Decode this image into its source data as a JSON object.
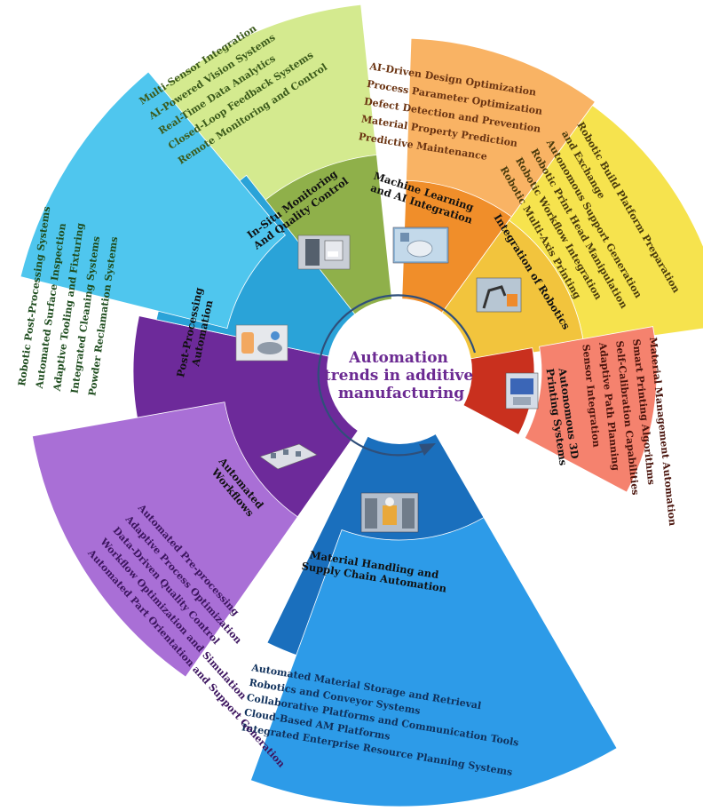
{
  "center": {
    "lines": [
      "Automation",
      "trends in additive",
      "manufacturing"
    ]
  },
  "colors": {
    "center_text": "#6b2a92",
    "arrow": "#2f4f7a"
  },
  "sectors": [
    {
      "id": "in-situ",
      "category_lines": [
        "In-Situ Monitoring",
        "And Quality Control"
      ],
      "items": [
        "Multi-Sensor Integration",
        "AI-Powered Vision Systems",
        "Real-Time Data Analytics",
        "Closed-Loop Feedback Systems",
        "Remote Monitoring and Control"
      ],
      "outer_color": "#d4ea8f",
      "inner_color": "#8fb04a",
      "text_color": "#3b5a1a",
      "image_icon": "3d-printer-photo-icon"
    },
    {
      "id": "ml-ai",
      "category_lines": [
        "Machine Learning",
        "and AI Integration"
      ],
      "items": [
        "AI-Driven Design Optimization",
        "Process Parameter Optimization",
        "Defect Detection and Prevention",
        "Material Property Prediction",
        "Predictive Maintenance"
      ],
      "outer_color": "#f9b364",
      "inner_color": "#f08e2a",
      "text_color": "#6b3412",
      "image_icon": "robot-hand-photo-icon"
    },
    {
      "id": "robotics",
      "category_lines": [
        "Integration of Robotics"
      ],
      "items": [
        "Robotic Build Platform Preparation",
        "and Exchange",
        "Autonomous Support Generation",
        "Robotic Print Head Manipulation",
        "Robotic Workflow Integration",
        "Robotic Multi-Axis Printing"
      ],
      "outer_color": "#f6e34e",
      "inner_color": "#f2c43d",
      "text_color": "#4a3b0c",
      "image_icon": "robot-arm-photo-icon"
    },
    {
      "id": "autonomous",
      "category_lines": [
        "Autonomous 3D",
        "Printing Systems"
      ],
      "items": [
        "Material Management Automation",
        "Smart Printing Algorithms",
        "Self-Calibration Capabilities",
        "Adaptive Path Planning",
        "Sensor Integration"
      ],
      "outer_color": "#f5826e",
      "inner_color": "#c9301e",
      "text_color": "#4a140c",
      "image_icon": "printer-screen-photo-icon"
    },
    {
      "id": "material-handling",
      "category_lines": [
        "Material Handling and",
        "Supply Chain Automation"
      ],
      "items": [
        "Automated Material Storage and Retrieval",
        "Robotics and Conveyor Systems",
        "Collaborative Platforms and Communication Tools",
        "Cloud-Based AM Platforms",
        "Integrated Enterprise Resource Planning Systems"
      ],
      "outer_color": "#2d9be8",
      "inner_color": "#1a6fbd",
      "text_color": "#10315c",
      "image_icon": "warehouse-robot-photo-icon"
    },
    {
      "id": "workflows",
      "category_lines": [
        "Automated",
        "Workflows"
      ],
      "items": [
        "Automated Pre-processing",
        "Adaptive Process Optimization",
        "Data-Driven Quality Control",
        "Workflow Optimization and Simulation",
        "Automated Part Orientation and Support Generation"
      ],
      "outer_color": "#a96fd6",
      "inner_color": "#6d2a9a",
      "text_color": "#3d1560",
      "image_icon": "factory-line-photo-icon"
    },
    {
      "id": "post-processing",
      "category_lines": [
        "Post-Processing",
        "Automation"
      ],
      "items": [
        "Robotic Post-Processing Systems",
        "Automated Surface Inspection",
        "Adaptive Tooling and Fixturing",
        "Integrated Cleaning Systems",
        "Powder Reclamation Systems"
      ],
      "outer_color": "#4fc6ee",
      "inner_color": "#2aa3d8",
      "text_color": "#1f4d1f",
      "image_icon": "machined-parts-photo-icon"
    }
  ]
}
